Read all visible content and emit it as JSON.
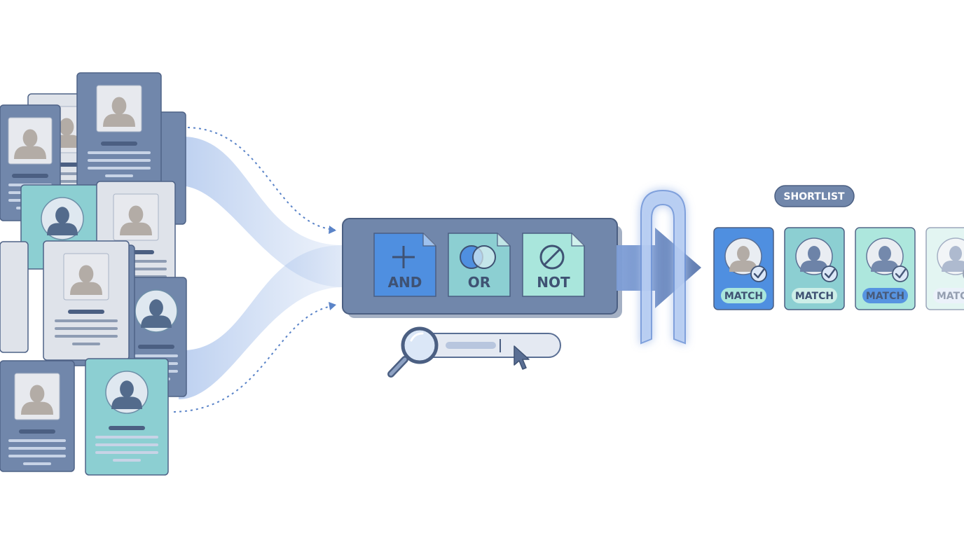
{
  "operators": [
    {
      "label": "AND",
      "icon": "plus-icon"
    },
    {
      "label": "OR",
      "icon": "venn-overlap-icon"
    },
    {
      "label": "NOT",
      "icon": "prohibited-icon"
    }
  ],
  "shortlist": {
    "title": "SHORTLIST",
    "matches": [
      {
        "label": "MATCH",
        "status": "check-icon"
      },
      {
        "label": "MATCH",
        "status": "check-icon"
      },
      {
        "label": "MATCH",
        "status": "check-icon"
      },
      {
        "label": "MATCH",
        "status": "check-icon"
      }
    ]
  },
  "icons": {
    "search": "magnifier-icon",
    "cursor": "mouse-pointer-icon",
    "profile": "person-silhouette-icon"
  },
  "colors": {
    "slate": "#6d83a8",
    "slate_dark": "#4a5f80",
    "blue": "#4f8fe0",
    "teal": "#8ccfd2",
    "mint": "#a9e6dc",
    "light_card": "#dfe3ea",
    "flow": "#9fbbe8"
  }
}
